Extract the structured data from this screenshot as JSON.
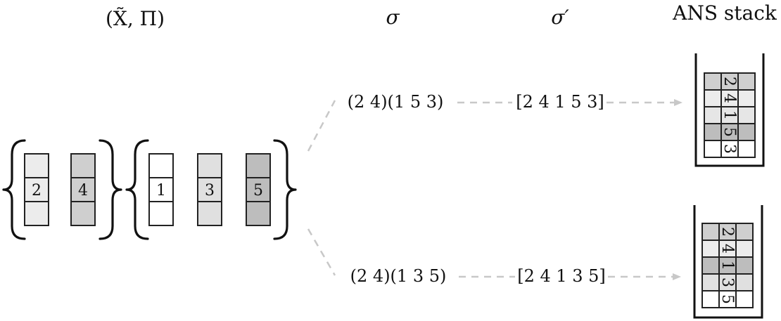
{
  "headers": {
    "set": "(X̃, Π)",
    "sigma": "σ",
    "sigma_prime": "σ′",
    "stack": "ANS stack"
  },
  "group_a": {
    "elements": [
      {
        "label": "2",
        "top": "#ececec",
        "mid": "#ececec",
        "bot": "#ececec"
      },
      {
        "label": "4",
        "top": "#cfcfcf",
        "mid": "#cfcfcf",
        "bot": "#cfcfcf"
      }
    ]
  },
  "group_b": {
    "elements": [
      {
        "label": "1",
        "top": "#ffffff",
        "mid": "#ffffff",
        "bot": "#ffffff"
      },
      {
        "label": "3",
        "top": "#e0e0e0",
        "mid": "#e0e0e0",
        "bot": "#e0e0e0"
      },
      {
        "label": "5",
        "top": "#bdbdbd",
        "mid": "#bdbdbd",
        "bot": "#bdbdbd"
      }
    ]
  },
  "paths": [
    {
      "sigma": "(2 4)(1 5 3)",
      "sigma_prime": "[2 4 1 5 3]",
      "stack_rows": [
        {
          "label": "2",
          "color": "#cfcfcf"
        },
        {
          "label": "4",
          "color": "#ececec"
        },
        {
          "label": "1",
          "color": "#e6e6e6"
        },
        {
          "label": "5",
          "color": "#bdbdbd"
        },
        {
          "label": "3",
          "color": "#ffffff"
        }
      ]
    },
    {
      "sigma": "(2 4)(1 3 5)",
      "sigma_prime": "[2 4 1 3 5]",
      "stack_rows": [
        {
          "label": "2",
          "color": "#cfcfcf"
        },
        {
          "label": "4",
          "color": "#ececec"
        },
        {
          "label": "1",
          "color": "#bdbdbd"
        },
        {
          "label": "3",
          "color": "#e0e0e0"
        },
        {
          "label": "5",
          "color": "#ffffff"
        }
      ]
    }
  ],
  "colors": {
    "arrow": "#c8c8c8",
    "stroke": "#222222"
  }
}
